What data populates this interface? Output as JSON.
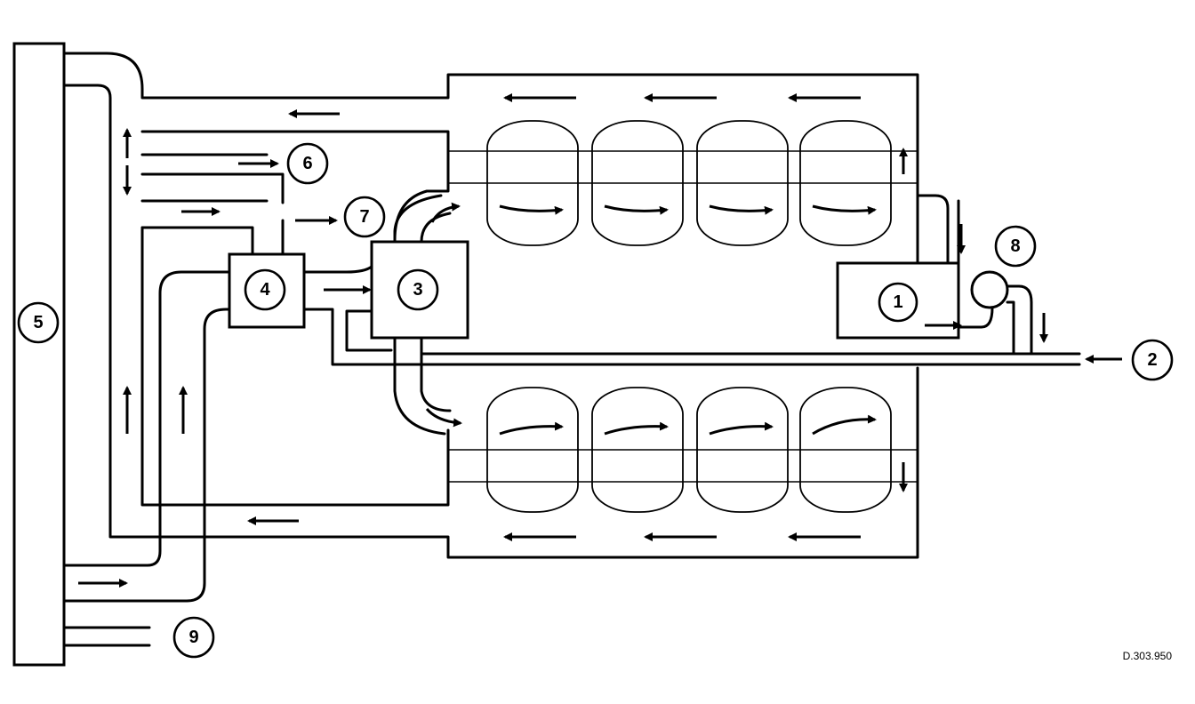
{
  "callouts": [
    {
      "id": "1",
      "label": "1"
    },
    {
      "id": "2",
      "label": "2"
    },
    {
      "id": "3",
      "label": "3"
    },
    {
      "id": "4",
      "label": "4"
    },
    {
      "id": "5",
      "label": "5"
    },
    {
      "id": "6",
      "label": "6"
    },
    {
      "id": "7",
      "label": "7"
    },
    {
      "id": "8",
      "label": "8"
    },
    {
      "id": "9",
      "label": "9"
    }
  ],
  "reference_code": "D.303.950",
  "colors": {
    "line": "#000000",
    "background": "#ffffff"
  }
}
